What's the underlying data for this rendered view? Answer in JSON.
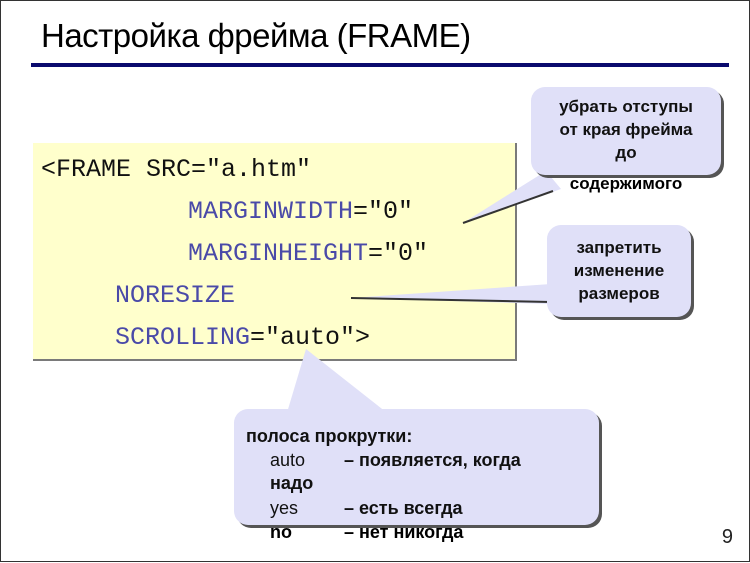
{
  "slide": {
    "title": "Настройка фрейма (FRAME)",
    "page_number": "9",
    "colors": {
      "title_rule": "#0a0a6e",
      "code_bg": "#ffffcc",
      "keyword": "#4a4aa8",
      "callout_bg": "#e0e0f8"
    }
  },
  "code": {
    "lines": [
      {
        "text": "<FRAME SRC=\"a.htm\"",
        "attr": "",
        "value": ""
      },
      {
        "attr": "MARGINWIDTH",
        "value": "=\"0\""
      },
      {
        "attr": "MARGINHEIGHT",
        "value": "=\"0\""
      },
      {
        "attr": "NORESIZE",
        "value": ""
      },
      {
        "attr": "SCROLLING",
        "value": "=\"auto\">"
      }
    ]
  },
  "callouts": {
    "margins": {
      "lines": [
        "убрать отступы",
        "от края фрейма",
        "до",
        "содержимого"
      ]
    },
    "noresize": {
      "lines": [
        "запретить",
        "изменение",
        "размеров"
      ]
    },
    "scrolling": {
      "heading": "полоса прокрутки:",
      "options": [
        {
          "key": "auto",
          "desc": "– появляется, когда"
        },
        {
          "key": "",
          "desc": "надо"
        },
        {
          "key": "yes",
          "desc": "– есть всегда"
        },
        {
          "key": "no",
          "desc": "– нет никогда"
        }
      ]
    }
  }
}
